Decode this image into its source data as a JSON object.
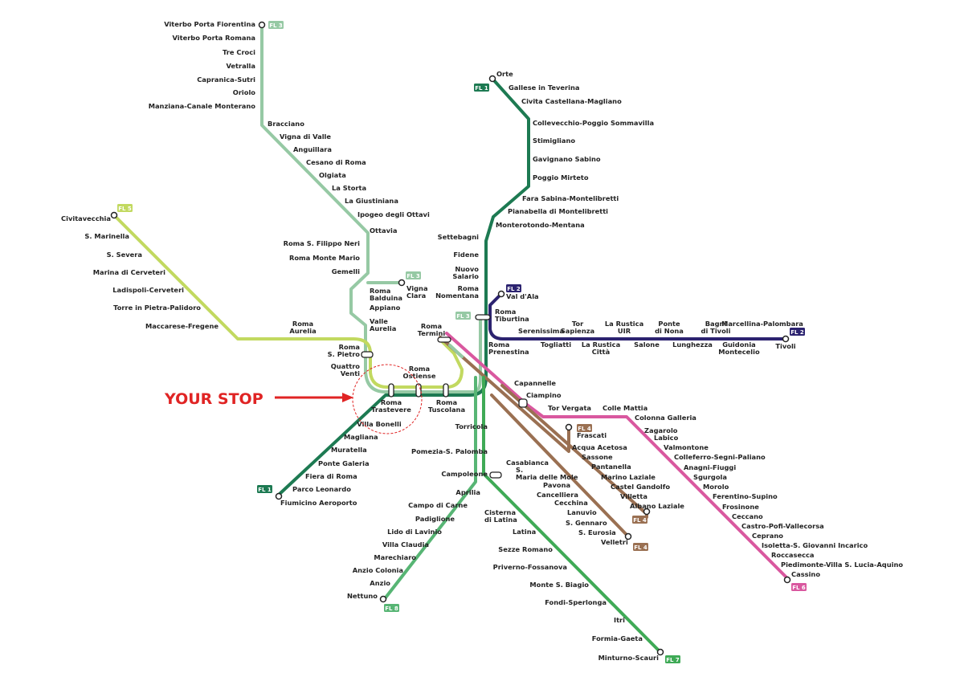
{
  "callout": {
    "text": "YOUR STOP",
    "color": "#e02424"
  },
  "colors": {
    "fl1": "#1d7a52",
    "fl2": "#2c2370",
    "fl3": "#96c9a4",
    "fl4": "#9a7052",
    "fl5": "#c2d960",
    "fl6": "#d9589f",
    "fl7": "#3faa56",
    "fl8": "#57b574"
  },
  "lines": [
    {
      "id": "fl1",
      "label": "FL 1"
    },
    {
      "id": "fl2",
      "label": "FL 2"
    },
    {
      "id": "fl3",
      "label": "FL 3"
    },
    {
      "id": "fl4",
      "label": "FL 4"
    },
    {
      "id": "fl5",
      "label": "FL 5"
    },
    {
      "id": "fl6",
      "label": "FL 6"
    },
    {
      "id": "fl7",
      "label": "FL 7"
    },
    {
      "id": "fl8",
      "label": "FL 8"
    }
  ],
  "stations": {
    "fl3_north": [
      "Viterbo Porta Fiorentina",
      "Viterbo Porta Romana",
      "Tre Croci",
      "Vetralla",
      "Capranica-Sutri",
      "Oriolo",
      "Manziana-Canale Monterano",
      "Bracciano",
      "Vigna di Valle",
      "Anguillara",
      "Cesano di Roma",
      "Olgiata",
      "La Storta",
      "La Giustiniana",
      "Ipogeo degli Ottavi",
      "Ottavia",
      "Roma S. Filippo Neri",
      "Roma Monte Mario",
      "Gemelli",
      "Roma Balduina",
      "Appiano",
      "Valle Aurelia",
      "Vigna Clara"
    ],
    "fl1_north": [
      "Orte",
      "Gallese in Teverina",
      "Civita Castellana-Magliano",
      "Collevecchio-Poggio Sommavilla",
      "Stimigliano",
      "Gavignano Sabino",
      "Poggio Mirteto",
      "Fara Sabina-Montelibretti",
      "Pianabella di Montelibretti",
      "Monterotondo-Mentana",
      "Settebagni",
      "Fidene",
      "Nuovo Salario",
      "Roma Nomentana",
      "Roma Tiburtina"
    ],
    "fl5": [
      "Civitavecchia",
      "S. Marinella",
      "S. Severa",
      "Marina di Cerveteri",
      "Ladispoli-Cerveteri",
      "Torre in Pietra-Palidoro",
      "Maccarese-Fregene",
      "Roma Aurelia",
      "Roma S. Pietro",
      "Quattro Venti"
    ],
    "fl2": [
      "Val d'Ala",
      "Roma Prenestina",
      "Serenissima",
      "Togliatti",
      "Tor Sapienza",
      "La Rustica Città",
      "La Rustica UIR",
      "Salone",
      "Ponte di Nona",
      "Lunghezza",
      "Bagni di Tivoli",
      "Guidonia Montecelio",
      "Marcellina-Palombara",
      "Tivoli"
    ],
    "central": [
      "Roma Termini",
      "Roma Ostiense",
      "Roma Trastevere",
      "Roma Tuscolana"
    ],
    "fl1_south": [
      "Villa Bonelli",
      "Magliana",
      "Muratella",
      "Ponte Galeria",
      "Fiera di Roma",
      "Parco Leonardo",
      "Fiumicino Aeroporto"
    ],
    "fl6": [
      "Capannelle",
      "Ciampino",
      "Tor Vergata",
      "Colle Mattia",
      "Colonna Galleria",
      "Zagarolo",
      "Labico",
      "Valmontone",
      "Colleferro-Segni-Paliano",
      "Anagni-Fiuggi",
      "Sgurgola",
      "Morolo",
      "Ferentino-Supino",
      "Frosinone",
      "Ceccano",
      "Castro-Pofi-Vallecorsa",
      "Ceprano",
      "Isoletta-S. Giovanni Incarico",
      "Roccasecca",
      "Piedimonte-Villa S. Lucia-Aquino",
      "Cassino"
    ],
    "fl4": [
      "Frascati",
      "Acqua Acetosa",
      "Sassone",
      "Pantanella",
      "Marino Laziale",
      "Castel Gandolfo",
      "Villetta",
      "Albano Laziale",
      "Casabianca",
      "S. Maria delle Mole",
      "Pavona",
      "Cancelliera",
      "Cecchina",
      "Lanuvio",
      "S. Gennaro",
      "S. Eurosia",
      "Velletri"
    ],
    "fl8": [
      "Torricola",
      "Pomezia-S. Palomba",
      "Campoleone",
      "Aprilia",
      "Campo di Carne",
      "Padiglione",
      "Lido di Lavinio",
      "Villa Claudia",
      "Marechiaro",
      "Anzio Colonia",
      "Anzio",
      "Nettuno"
    ],
    "fl7": [
      "Cisterna di Latina",
      "Latina",
      "Sezze Romano",
      "Priverno-Fossanova",
      "Monte S. Biagio",
      "Fondi-Sperlonga",
      "Itri",
      "Formia-Gaeta",
      "Minturno-Scauri"
    ]
  }
}
